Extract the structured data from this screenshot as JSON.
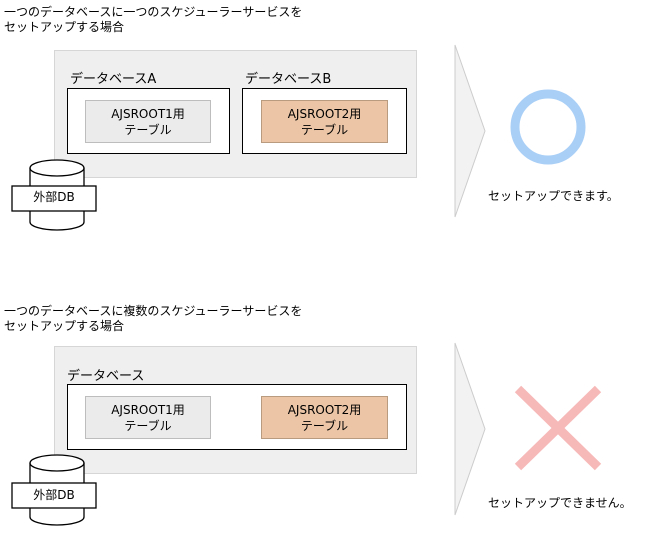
{
  "scenario1": {
    "caption_line1": "一つのデータベースに一つのスケジューラーサービスを",
    "caption_line2": "セットアップする場合",
    "db_a_label": "データベースA",
    "db_b_label": "データベースB",
    "table1_line1": "AJSROOT1用",
    "table1_line2": "テーブル",
    "table2_line1": "AJSROOT2用",
    "table2_line2": "テーブル",
    "external_db_label": "外部DB",
    "result_text": "セットアップできます。",
    "result_icon": "circle-ok-icon",
    "result_color": "#a9cff7"
  },
  "scenario2": {
    "caption_line1": "一つのデータベースに複数のスケジューラーサービスを",
    "caption_line2": "セットアップする場合",
    "db_label": "データベース",
    "table1_line1": "AJSROOT1用",
    "table1_line2": "テーブル",
    "table2_line1": "AJSROOT2用",
    "table2_line2": "テーブル",
    "external_db_label": "外部DB",
    "result_text": "セットアップできません。",
    "result_icon": "cross-ng-icon",
    "result_color": "#f7b8b8"
  },
  "colors": {
    "panel_bg": "#efefef",
    "table_gray": "#ebebeb",
    "table_orange": "#ebc5a6",
    "arrow_fill": "#f2f2f2"
  }
}
